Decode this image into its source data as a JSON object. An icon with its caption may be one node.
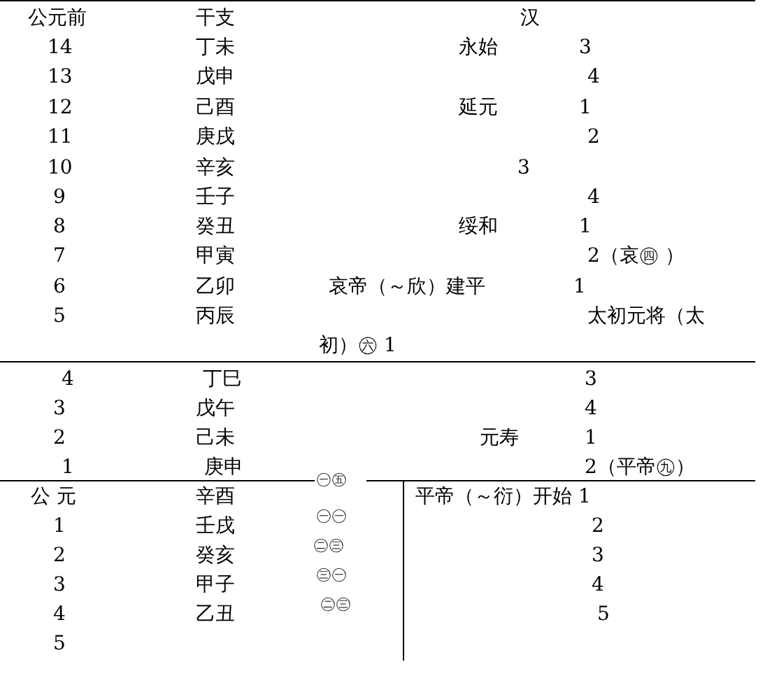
{
  "diagram": {
    "labels": [
      "公元前",
      "干支",
      "汉",
      "14",
      "丁未",
      "永始",
      "3",
      "13",
      "戊申",
      "4",
      "12",
      "己酉",
      "延元",
      "1",
      "11",
      "庚戌",
      "2",
      "10",
      "辛亥",
      "3",
      "9",
      "壬子",
      "4",
      "8",
      "癸丑",
      "绥和",
      "1",
      "7",
      "甲寅",
      "2（哀㊃ ）",
      "6",
      "乙卯",
      "哀帝（～欣）建平",
      "1",
      "5",
      "丙辰",
      "太初元将（太",
      "初）㊅ 1",
      "4",
      "丁巳",
      "3",
      "3",
      "戊午",
      "4",
      "2",
      "己未",
      "元寿",
      "1",
      "1",
      "庚申",
      "2（平帝㊈）",
      "公 元",
      "辛酉",
      "㊀㊄",
      "平帝（～衍）开始 1",
      "1",
      "壬戌",
      "㊀㊀",
      "2",
      "2",
      "癸亥",
      "㊁㊂",
      "3",
      "3",
      "甲子",
      "㊂㊀",
      "4",
      "4",
      "乙丑",
      "㊁㊂",
      "5",
      "5"
    ]
  }
}
